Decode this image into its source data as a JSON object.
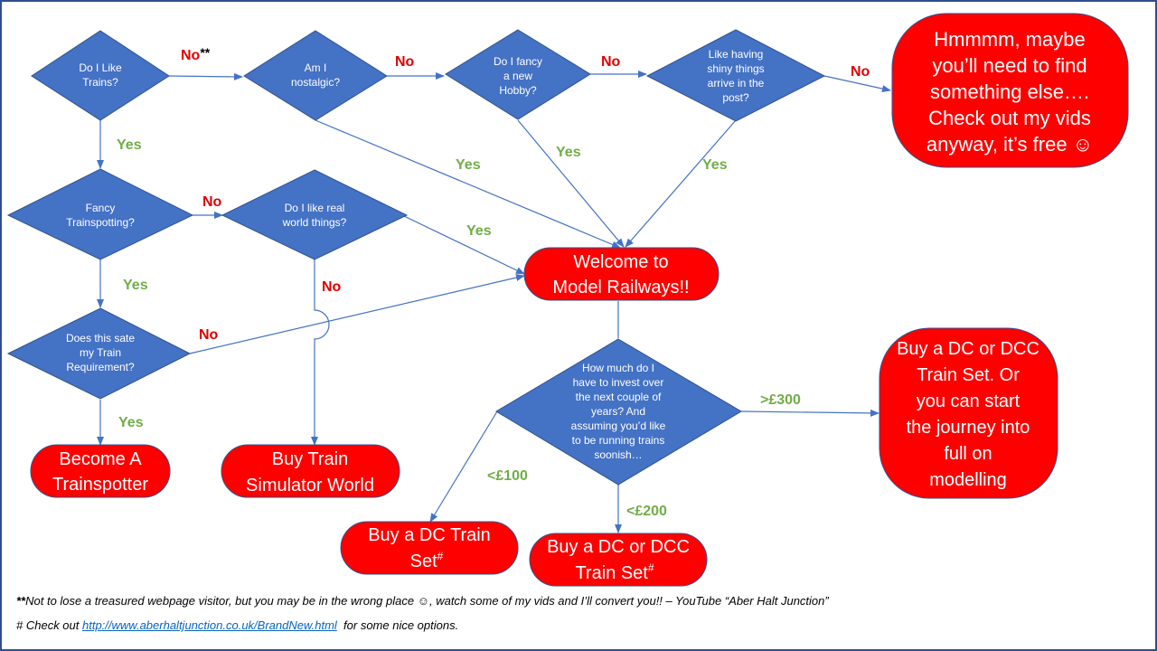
{
  "colors": {
    "decision": "#4472c4",
    "terminal": "#ff0000",
    "line": "#4472c4",
    "no": "#e00000",
    "yes": "#70ad47"
  },
  "decisions": {
    "like_trains": [
      "Do I Like",
      "Trains?"
    ],
    "nostalgic": [
      "Am I",
      "nostalgic?"
    ],
    "new_hobby": [
      "Do I fancy",
      "a new",
      "Hobby?"
    ],
    "shiny_things": [
      "Like having",
      "shiny things",
      "arrive  in the",
      "post?"
    ],
    "trainspotting": [
      "Fancy",
      "Trainspotting?"
    ],
    "real_world": [
      "Do I like real",
      "world things?"
    ],
    "sate_requirement": [
      "Does this sate",
      "my Train",
      "Requirement?"
    ],
    "invest": [
      "How much do I",
      "have to invest over",
      "the next couple of",
      "years? And",
      "assuming you’d like",
      "to be running trains",
      "soonish…"
    ]
  },
  "terminals": {
    "something_else": [
      "Hmmmm, maybe",
      "you’ll need to find",
      "something else….",
      "Check out my vids",
      "anyway, it’s free ☺"
    ],
    "welcome": [
      "Welcome to",
      "Model Railways!!"
    ],
    "trainspotter": [
      "Become A",
      "Trainspotter"
    ],
    "train_sim": [
      "Buy Train",
      "Simulator World"
    ],
    "dc_set": {
      "line1": "Buy a DC Train",
      "line2": "Set",
      "mark": "#"
    },
    "dc_dcc_set": {
      "line1": "Buy a DC or DCC",
      "line2": "Train Set",
      "mark": "#"
    },
    "full_modelling": [
      "Buy a DC or DCC",
      "Train Set. Or",
      "you can start",
      "the journey into",
      "full on",
      "modelling"
    ]
  },
  "labels": {
    "no_star": "No",
    "stars": "**",
    "no": "No",
    "yes": "Yes",
    "over300": ">£300",
    "under100": "<£100",
    "under200": "<£200"
  },
  "footnotes": {
    "note1_marker": "**",
    "note1_text": "Not to lose a treasured webpage visitor, but you may be in the wrong place ☺, watch some of my vids and I’ll convert you!! – YouTube “Aber Halt Junction”",
    "note2_prefix": "# Check out ",
    "note2_link": "http://www.aberhaltjunction.co.uk/BrandNew.html",
    "note2_suffix": "  for some nice options."
  }
}
